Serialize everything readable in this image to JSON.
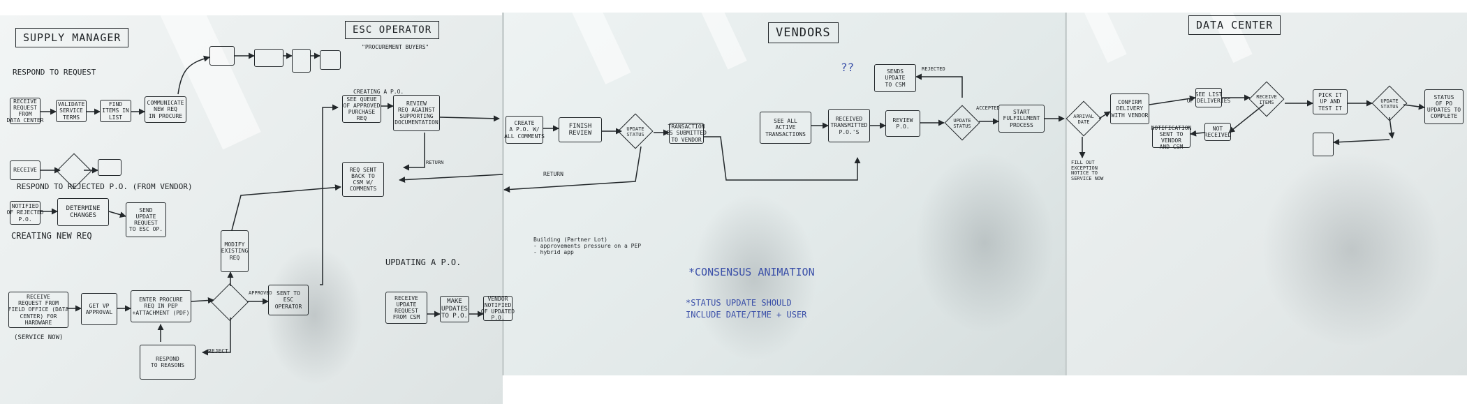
{
  "sections": {
    "supply_manager": "SUPPLY MANAGER",
    "esc_operator": "ESC OPERATOR",
    "esc_operator_sub": "\"PROCUREMENT BUYERS\"",
    "vendors": "VENDORS",
    "data_center": "DATA CENTER"
  },
  "labels": {
    "respond_to_request": "RESPOND TO REQUEST",
    "respond_to_rejected_po": "RESPOND TO REJECTED P.O. (FROM VENDOR)",
    "creating_new_req": "CREATING NEW REQ",
    "updating_apo": "UPDATING A P.O.",
    "creating_a_po": "CREATING A P.O.",
    "return_esc": "RETURN",
    "return_vendor": "RETURN",
    "reject": "REJECT",
    "approved": "APPROVED",
    "rejected": "REJECTED",
    "accepted": "ACCEPTED",
    "consensus": "*CONSENSUS ANIMATION",
    "status_update": "*STATUS UPDATE SHOULD\nINCLUDE DATE/TIME + USER",
    "building_note": "Building (Partner Lot)\n- approvements pressure on a PEP\n- hybrid app",
    "qmarks": "??"
  },
  "supply_manager_boxes": {
    "receive_request": "RECEIVE\nREQUEST\nFROM\nDATA CENTER",
    "validate_service_terms": "VALIDATE\nSERVICE\nTERMS",
    "find_items": "FIND\nITEMS IN\nLIST",
    "communicate": "COMMUNICATE\nNEW REQ\nIN PROCURE",
    "notified_rejected": "NOTIFIED\nOF REJECTED\nP.O.",
    "determine_changes": "DETERMINE\nCHANGES",
    "send_update": "SEND\nUPDATE\nREQUEST\nTO ESC OP.",
    "receive_request_new": "RECEIVE\nREQUEST FROM\nFIELD OFFICE (DATA\nCENTER) FOR\nHARDWARE",
    "service_now": "(SERVICE NOW)",
    "get_vp_approval": "GET VP\nAPPROVAL",
    "enter_procure": "ENTER PROCURE\nREQ IN PEP\n+ATTACHMENT (PDF)",
    "respond_to_reasons": "RESPOND\nTO REASONS",
    "modify_existing": "MODIFY\nEXISTING\nREQ",
    "sent_to_esc": "SENT TO\nESC\nOPERATOR"
  },
  "esc_boxes": {
    "see_queue": "SEE QUEUE\nOF APPROVED\nPURCHASE\nREQ",
    "review_req": "REVIEW\nREQ AGAINST\nSUPPORTING\nDOCUMENTATION",
    "req_sent_back": "REQ SENT\nBACK TO\nCSM W/\nCOMMENTS",
    "receive_update": "RECEIVE\nUPDATE\nREQUEST\nFROM CSM",
    "make_updates": "MAKE\nUPDATES\nTO P.O.",
    "vendor_notified": "VENDOR\nNOTIFIED\nOF UPDATED\nP.O."
  },
  "vendor_boxes": {
    "create_po": "CREATE\nA P.O. W/\nALL COMMENTS",
    "finish_review": "FINISH\nREVIEW",
    "update_status": "UPDATE\nSTATUS",
    "transaction": "TRANSACTION\nIS SUBMITTED\nTO VENDOR",
    "see_all_active": "SEE ALL\nACTIVE\nTRANSACTIONS",
    "received_transmitted": "RECEIVED\nTRANSMITTED\nP.O.'S",
    "review_po": "REVIEW\nP.O.",
    "update_status_vendor": "UPDATE\nSTATUS",
    "start_fulfillment": "START\nFULFILLMENT\nPROCESS",
    "sends_update": "SENDS\nUPDATE\nTO CSM"
  },
  "datacenter_boxes": {
    "arrival_date": "ARRIVAL\nDATE",
    "confirm_delivery": "CONFIRM\nDELIVERY\nWITH VENDOR",
    "see_list": "SEE LIST\nOF DELIVERIES",
    "receive_items": "RECEIVE\nITEMS",
    "pick_it": "PICK IT\nUP AND\nTEST IT",
    "update_status_dc": "UPDATE\nSTATUS",
    "status_of_po": "STATUS\nOF PO\nUPDATES TO\nCOMPLETE",
    "notification": "NOTIFICATION\nSENT TO\nVENDOR\nAND CSM",
    "not_received": "NOT\nRECEIVED",
    "fill_out": "FILL OUT\nEXCEPTION\nNOTICE TO\nSERVICE NOW"
  }
}
